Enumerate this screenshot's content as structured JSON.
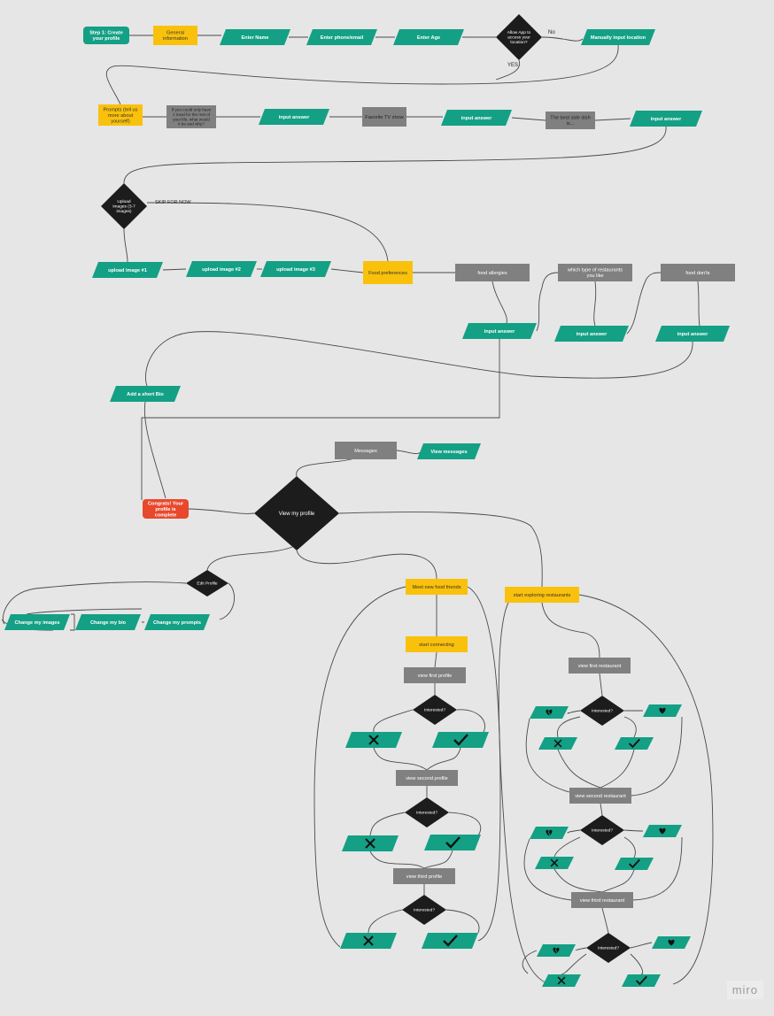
{
  "watermark": "miro",
  "colors": {
    "background": "#e6e6e6",
    "green": "#14a085",
    "yellow": "#f9c10c",
    "gray": "#808080",
    "black": "#1c1c1c",
    "red": "#e8482c",
    "connector": "#4a4a4a"
  },
  "edge_labels": {
    "no": "No",
    "yes": "YES",
    "skip_for_now": "SKIP FOR NOW"
  },
  "nodes": [
    {
      "id": "step1",
      "shape": "rect",
      "color": "green",
      "label": "Step 1: Create your profile"
    },
    {
      "id": "general-info",
      "shape": "rect",
      "color": "yellow",
      "label": "General information"
    },
    {
      "id": "enter-name",
      "shape": "para",
      "color": "green",
      "label": "Enter Name"
    },
    {
      "id": "enter-phone",
      "shape": "para",
      "color": "green",
      "label": "Enter phone/email"
    },
    {
      "id": "enter-age",
      "shape": "para",
      "color": "green",
      "label": "Enter Age"
    },
    {
      "id": "allow-location",
      "shape": "diamond",
      "color": "black",
      "label": "Allow App to access your location?"
    },
    {
      "id": "manual-location",
      "shape": "para",
      "color": "green",
      "label": "Manually input location"
    },
    {
      "id": "prompts",
      "shape": "rect",
      "color": "yellow",
      "label": "Prompts (tell us more about yourself)"
    },
    {
      "id": "prompt-meal",
      "shape": "rect",
      "color": "gray",
      "label": "If you could only have 1 meal for the rest of your life, what would it be and why?"
    },
    {
      "id": "input-answer-1",
      "shape": "para",
      "color": "green",
      "label": "input answer"
    },
    {
      "id": "prompt-tv",
      "shape": "rect",
      "color": "gray",
      "label": "Favorite TV show"
    },
    {
      "id": "input-answer-2",
      "shape": "para",
      "color": "green",
      "label": "input answer"
    },
    {
      "id": "prompt-side",
      "shape": "rect",
      "color": "gray",
      "label": "The best side dish is..."
    },
    {
      "id": "input-answer-3",
      "shape": "para",
      "color": "green",
      "label": "input answer"
    },
    {
      "id": "upload-images",
      "shape": "diamond",
      "color": "black",
      "label": "Upload Images (3-7 images)"
    },
    {
      "id": "upload-1",
      "shape": "para",
      "color": "green",
      "label": "upload image #1"
    },
    {
      "id": "upload-2",
      "shape": "para",
      "color": "green",
      "label": "upload image #2"
    },
    {
      "id": "upload-3",
      "shape": "para",
      "color": "green",
      "label": "upload image #3"
    },
    {
      "id": "food-prefs",
      "shape": "rect",
      "color": "yellow",
      "label": "Food preferences"
    },
    {
      "id": "food-allergies",
      "shape": "rect",
      "color": "gray",
      "label": "food allergies"
    },
    {
      "id": "restaurant-types",
      "shape": "rect",
      "color": "gray",
      "label": "which type of restaurants you like"
    },
    {
      "id": "food-donts",
      "shape": "rect",
      "color": "gray",
      "label": "food don'ts"
    },
    {
      "id": "input-answer-4",
      "shape": "para",
      "color": "green",
      "label": "input answer"
    },
    {
      "id": "input-answer-5",
      "shape": "para",
      "color": "green",
      "label": "input answer"
    },
    {
      "id": "input-answer-6",
      "shape": "para",
      "color": "green",
      "label": "input answer"
    },
    {
      "id": "short-bio",
      "shape": "para",
      "color": "green",
      "label": "Add a short Bio"
    },
    {
      "id": "messages",
      "shape": "rect",
      "color": "gray",
      "label": "Messages"
    },
    {
      "id": "view-messages",
      "shape": "para",
      "color": "green",
      "label": "View messages"
    },
    {
      "id": "profile-complete",
      "shape": "rect",
      "color": "red",
      "label": "Congrats! Your profile is complete"
    },
    {
      "id": "view-profile",
      "shape": "diamond",
      "color": "black",
      "label": "View my profile"
    },
    {
      "id": "edit-profile",
      "shape": "diamond",
      "color": "black",
      "label": "Edit Profile"
    },
    {
      "id": "change-images",
      "shape": "para",
      "color": "green",
      "label": "Change my images"
    },
    {
      "id": "change-bio",
      "shape": "para",
      "color": "green",
      "label": "Change my bio"
    },
    {
      "id": "change-prompts",
      "shape": "para",
      "color": "green",
      "label": "Change my prompts"
    },
    {
      "id": "meet-foodies",
      "shape": "rect",
      "color": "yellow",
      "label": "Meet new food friends"
    },
    {
      "id": "start-connecting",
      "shape": "rect",
      "color": "yellow",
      "label": "start connecting"
    },
    {
      "id": "view-first-profile",
      "shape": "rect",
      "color": "gray",
      "label": "view first profile"
    },
    {
      "id": "interested-p1",
      "shape": "diamond",
      "color": "black",
      "label": "Interested?"
    },
    {
      "id": "view-second-profile",
      "shape": "rect",
      "color": "gray",
      "label": "view second profile"
    },
    {
      "id": "interested-p2",
      "shape": "diamond",
      "color": "black",
      "label": "Interested?"
    },
    {
      "id": "view-third-profile",
      "shape": "rect",
      "color": "gray",
      "label": "view third profile"
    },
    {
      "id": "interested-p3",
      "shape": "diamond",
      "color": "black",
      "label": "Interested?"
    },
    {
      "id": "explore-restaurants",
      "shape": "rect",
      "color": "yellow",
      "label": "start exploring restaurants"
    },
    {
      "id": "view-first-restaurant",
      "shape": "rect",
      "color": "gray",
      "label": "view first restaurant"
    },
    {
      "id": "interested-r1",
      "shape": "diamond",
      "color": "black",
      "label": "Interested?"
    },
    {
      "id": "view-second-restaurant",
      "shape": "rect",
      "color": "gray",
      "label": "view second restaurant"
    },
    {
      "id": "interested-r2",
      "shape": "diamond",
      "color": "black",
      "label": "Interested?"
    },
    {
      "id": "view-third-restaurant",
      "shape": "rect",
      "color": "gray",
      "label": "view third restaurant"
    },
    {
      "id": "interested-r3",
      "shape": "diamond",
      "color": "black",
      "label": "Interested?"
    }
  ],
  "icon_nodes": [
    {
      "id": "p1-no",
      "icon": "x-mark-icon"
    },
    {
      "id": "p1-yes",
      "icon": "checkmark-icon"
    },
    {
      "id": "p2-no",
      "icon": "x-mark-icon"
    },
    {
      "id": "p2-yes",
      "icon": "checkmark-icon"
    },
    {
      "id": "p3-no",
      "icon": "x-mark-icon"
    },
    {
      "id": "p3-yes",
      "icon": "checkmark-icon"
    },
    {
      "id": "r1-unlike",
      "icon": "broken-heart-icon"
    },
    {
      "id": "r1-like",
      "icon": "heart-icon"
    },
    {
      "id": "r1-no",
      "icon": "x-mark-icon"
    },
    {
      "id": "r1-yes",
      "icon": "checkmark-icon"
    },
    {
      "id": "r2-unlike",
      "icon": "broken-heart-icon"
    },
    {
      "id": "r2-like",
      "icon": "heart-icon"
    },
    {
      "id": "r2-no",
      "icon": "x-mark-icon"
    },
    {
      "id": "r2-yes",
      "icon": "checkmark-icon"
    },
    {
      "id": "r3-unlike",
      "icon": "broken-heart-icon"
    },
    {
      "id": "r3-like",
      "icon": "heart-icon"
    },
    {
      "id": "r3-no",
      "icon": "x-mark-icon"
    },
    {
      "id": "r3-yes",
      "icon": "checkmark-icon"
    }
  ]
}
